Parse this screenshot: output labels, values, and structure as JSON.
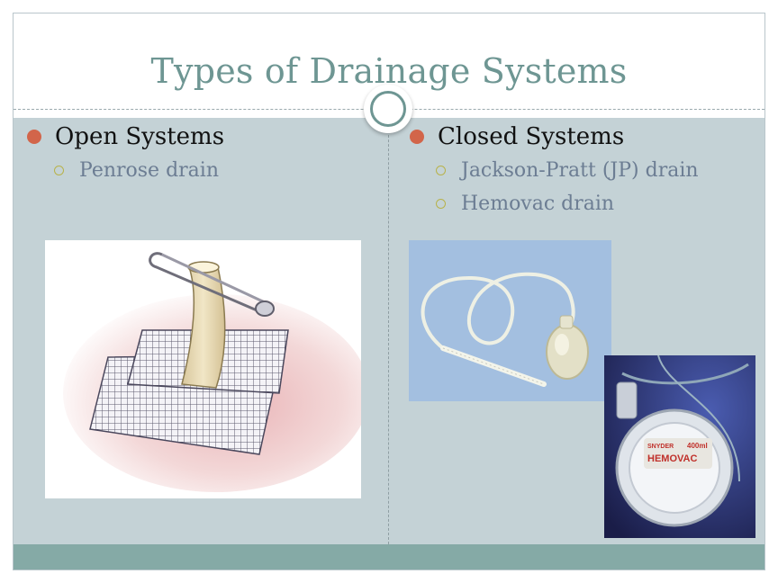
{
  "slide": {
    "title": "Types of Drainage Systems",
    "left": {
      "heading": "Open Systems",
      "items": [
        "Penrose drain"
      ]
    },
    "right": {
      "heading": "Closed Systems",
      "items": [
        "Jackson-Pratt (JP) drain",
        "Hemovac drain"
      ]
    },
    "photos": {
      "hemovac_label": "HEMOVAC",
      "hemovac_volume": "400ml",
      "hemovac_brand": "SNYDER"
    }
  },
  "colors": {
    "title": "#6e9693",
    "content_bg": "#c4d2d6",
    "bullet": "#d2654a",
    "sub_bullet": "#b8b24a",
    "sub_text": "#6c7d93",
    "footer": "#85aaa6"
  }
}
